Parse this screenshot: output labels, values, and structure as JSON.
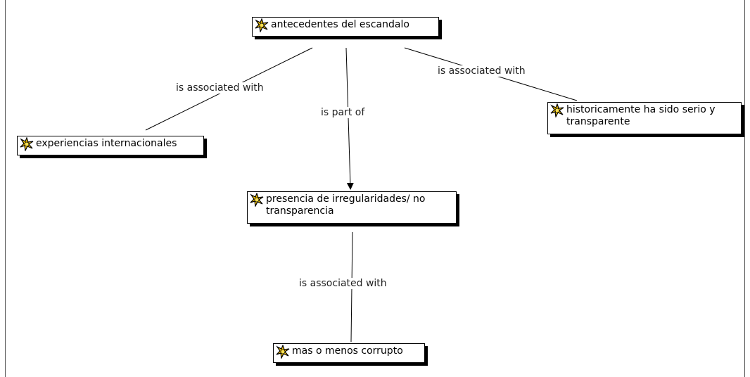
{
  "concepts": {
    "antecedentes": "antecedentes del escandalo",
    "experiencias": "experiencias internacionales",
    "historicamente_l1": "historicamente ha sido serio y",
    "historicamente_l2": "transparente",
    "presencia_l1": "presencia de irregularidades/ no",
    "presencia_l2": "transparencia",
    "mas_o_menos": "mas o menos corrupto"
  },
  "links": {
    "assoc_left": "is associated with",
    "part_of": "is part of",
    "assoc_right": "is associated with",
    "assoc_bottom": "is associated with"
  },
  "icon": "concept-star-icon",
  "colors": {
    "icon_fill": "#f5c400",
    "icon_center": "#ffe14d",
    "icon_stroke": "#000000"
  }
}
